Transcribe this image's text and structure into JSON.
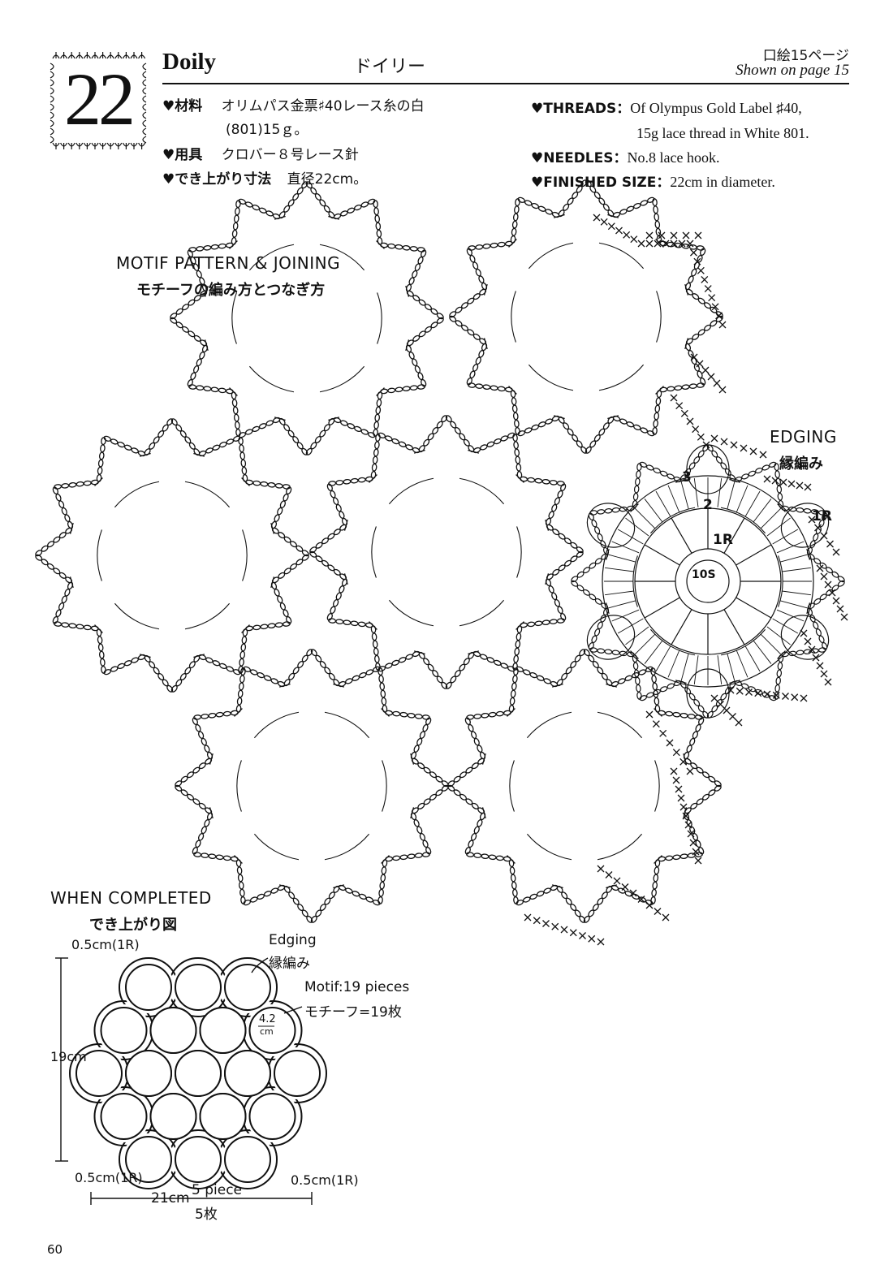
{
  "header": {
    "pattern_number": "22",
    "title_en": "Doily",
    "title_ja": "ドイリー",
    "page_ref_ja": "口絵15ページ",
    "page_ref_en": "Shown on page 15"
  },
  "specs_ja": {
    "materials_label": "♥材料",
    "materials_line1": "オリムパス金票♯40レース糸の白",
    "materials_line2": "(801)15ｇ。",
    "tools_label": "♥用具",
    "tools_value": "クロバー８号レース針",
    "size_label": "♥でき上がり寸法",
    "size_value": "直径22cm。"
  },
  "specs_en": {
    "threads_label": "♥THREADS：",
    "threads_line1": "Of Olympus Gold Label ♯40,",
    "threads_line2": "15g lace thread in White 801.",
    "needles_label": "♥NEEDLES：",
    "needles_value": "No.8 lace hook.",
    "finished_label": "♥FINISHED SIZE：",
    "finished_value": "22cm in diameter."
  },
  "motif_section": {
    "label_en": "MOTIF PATTERN & JOINING",
    "label_ja": "モチーフの編み方とつなぎ方"
  },
  "edging_section": {
    "label_en": "EDGING",
    "label_ja": "縁編み",
    "round_edging": "1R",
    "round_3": "3",
    "round_2": "2",
    "round_1": "1R",
    "center": "10S"
  },
  "completed_section": {
    "label_en": "WHEN COMPLETED",
    "label_ja": "でき上がり図",
    "dim_top": "0.5cm(1R)",
    "dim_height": "19cm",
    "dim_bottom_left": "0.5cm(1R)",
    "dim_bottom_right": "0.5cm(1R)",
    "dim_width": "21cm",
    "pieces_en": "5 piece",
    "pieces_ja": "5枚",
    "edging_en": "Edging",
    "edging_ja": "縁編み",
    "motif_en": "Motif:19 pieces",
    "motif_ja": "モチーフ=19枚",
    "motif_size_value": "4.2",
    "motif_size_unit": "cm"
  },
  "page_number": "60",
  "colors": {
    "ink": "#111111",
    "paper": "#ffffff"
  }
}
